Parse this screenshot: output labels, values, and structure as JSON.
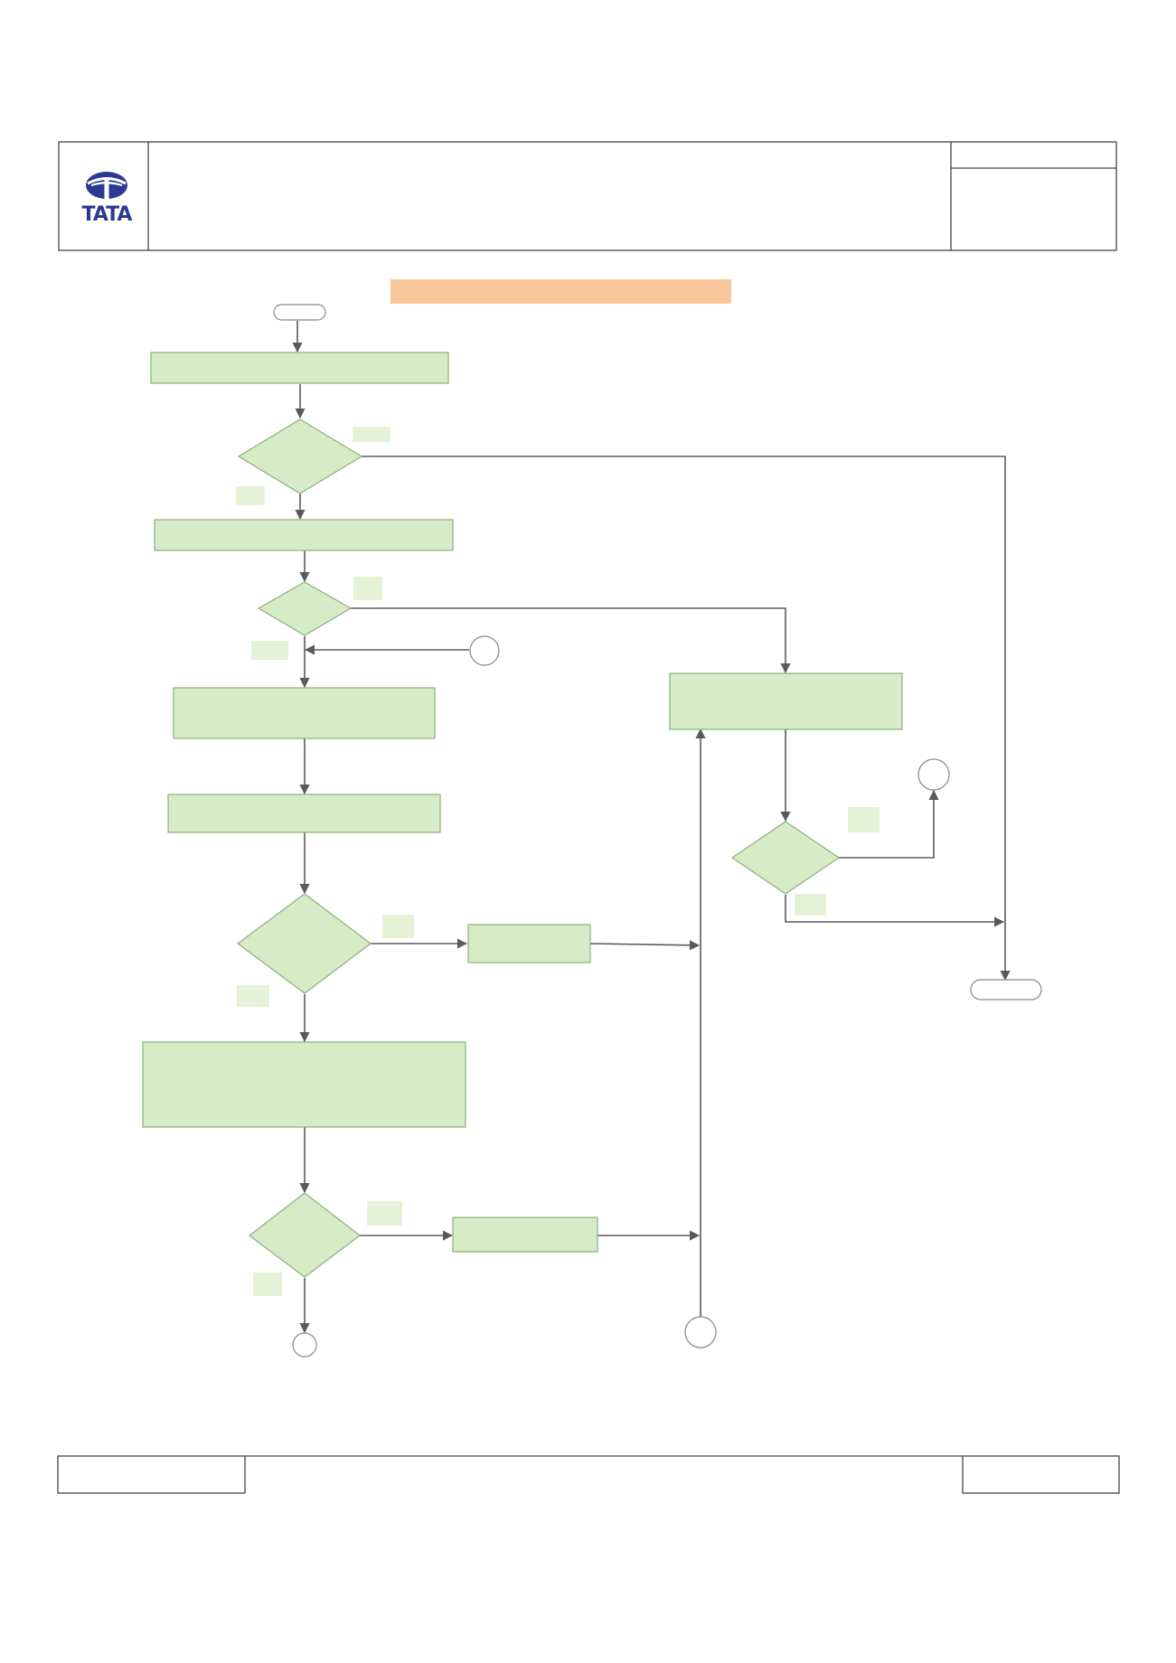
{
  "document": {
    "company_name": "TATA",
    "logo_icon": "tata-logo-icon"
  },
  "header": {
    "title": "",
    "doc_number": "",
    "revision": ""
  },
  "diagram": {
    "title": "",
    "nodes": [
      {
        "name": "start-terminal",
        "shape": "terminal",
        "label": ""
      },
      {
        "name": "process-1",
        "shape": "process",
        "label": ""
      },
      {
        "name": "decision-1",
        "shape": "decision",
        "label": ""
      },
      {
        "name": "process-2",
        "shape": "process",
        "label": ""
      },
      {
        "name": "decision-2",
        "shape": "decision",
        "label": ""
      },
      {
        "name": "connector-a",
        "shape": "connector",
        "label": ""
      },
      {
        "name": "process-3",
        "shape": "process",
        "label": ""
      },
      {
        "name": "process-4",
        "shape": "process",
        "label": ""
      },
      {
        "name": "decision-3",
        "shape": "decision",
        "label": ""
      },
      {
        "name": "process-5",
        "shape": "process",
        "label": ""
      },
      {
        "name": "process-6",
        "shape": "process",
        "label": ""
      },
      {
        "name": "decision-4",
        "shape": "decision",
        "label": ""
      },
      {
        "name": "process-7",
        "shape": "process",
        "label": ""
      },
      {
        "name": "connector-b",
        "shape": "connector",
        "label": ""
      },
      {
        "name": "connector-c",
        "shape": "connector",
        "label": ""
      },
      {
        "name": "process-8",
        "shape": "process",
        "label": ""
      },
      {
        "name": "decision-5",
        "shape": "decision",
        "label": ""
      },
      {
        "name": "connector-d",
        "shape": "connector",
        "label": ""
      },
      {
        "name": "end-terminal",
        "shape": "terminal",
        "label": ""
      }
    ],
    "edge_labels": [
      "",
      "",
      "",
      "",
      "",
      "",
      "",
      "",
      "",
      "",
      ""
    ]
  },
  "footer": {
    "left_text": "",
    "center_text": "",
    "right_text": ""
  },
  "colors": {
    "process_fill": "#d5ecc7",
    "process_stroke": "#8bb07a",
    "label_fill": "#e6f2d8",
    "title_fill": "#f8c89c",
    "line": "#5a5a5a",
    "border": "#444444",
    "logo_blue": "#2b3990"
  }
}
